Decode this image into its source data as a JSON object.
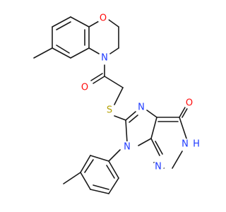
{
  "colors": {
    "background": "#ffffff",
    "bond": "#1a1a1a",
    "carbon": "#1a1a1a",
    "oxygen": "#ff0d0d",
    "nitrogen": "#1f3bff",
    "sulfur": "#b3a000"
  },
  "atoms": {
    "o_ring": {
      "label": "O",
      "element": "oxygen"
    },
    "n_ring": {
      "label": "N",
      "element": "nitrogen"
    },
    "o_amide": {
      "label": "O",
      "element": "oxygen"
    },
    "s_thio": {
      "label": "S",
      "element": "sulfur"
    },
    "n7": {
      "label": "N",
      "element": "nitrogen"
    },
    "n9": {
      "label": "N",
      "element": "nitrogen"
    },
    "n3": {
      "label": "N",
      "element": "nitrogen"
    },
    "n1h": {
      "label": "N",
      "element": "nitrogen"
    },
    "h_n1": {
      "label": "H",
      "element": "nitrogen"
    },
    "o_purine": {
      "label": "O",
      "element": "oxygen"
    }
  }
}
